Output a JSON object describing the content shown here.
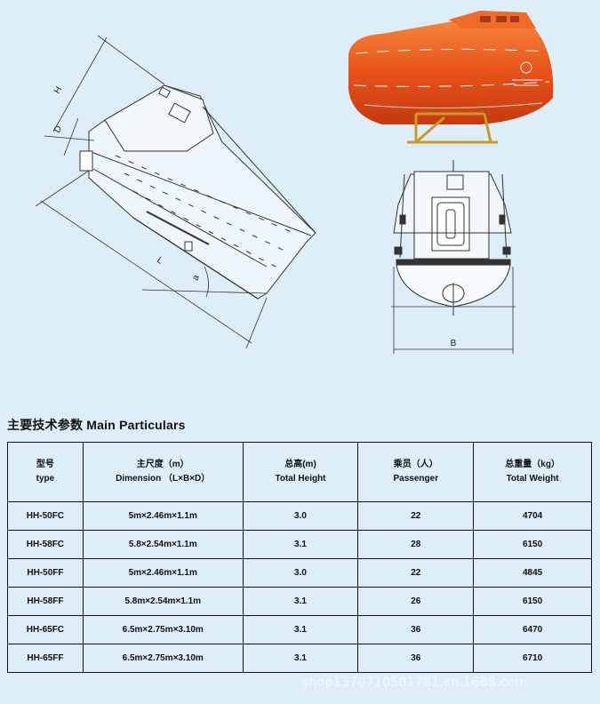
{
  "drawing": {
    "dim_H": "H",
    "dim_D": "D",
    "dim_L": "L",
    "dim_a": "a",
    "dim_B": "B",
    "colors": {
      "hull": "#e8521a",
      "hull_light": "#f6853a",
      "line": "#333333",
      "stand": "#c89a2a"
    }
  },
  "section": {
    "title": "主要技术参数 Main Particulars"
  },
  "table": {
    "headers": [
      {
        "cn": "型号",
        "en": "type"
      },
      {
        "cn": "主尺度（m）",
        "en": "Dimension （L×B×D）"
      },
      {
        "cn": "总高(m)",
        "en": "Total Height"
      },
      {
        "cn": "乘员（人）",
        "en": "Passenger"
      },
      {
        "cn": "总重量（kg）",
        "en": "Total Weight"
      }
    ],
    "rows": [
      [
        "HH-50FC",
        "5m×2.46m×1.1m",
        "3.0",
        "22",
        "4704"
      ],
      [
        "HH-58FC",
        "5.8×2.54m×1.1m",
        "3.1",
        "28",
        "6150"
      ],
      [
        "HH-50FF",
        "5m×2.46m×1.1m",
        "3.0",
        "22",
        "4845"
      ],
      [
        "HH-58FF",
        "5.8m×2.54m×1.1m",
        "3.1",
        "26",
        "6150"
      ],
      [
        "HH-65FC",
        "6.5m×2.75m×3.10m",
        "3.1",
        "36",
        "6470"
      ],
      [
        "HH-65FF",
        "6.5m×2.75m×3.10m",
        "3.1",
        "36",
        "6710"
      ]
    ]
  },
  "watermark": "shop1370710501781.cn.1688.com"
}
